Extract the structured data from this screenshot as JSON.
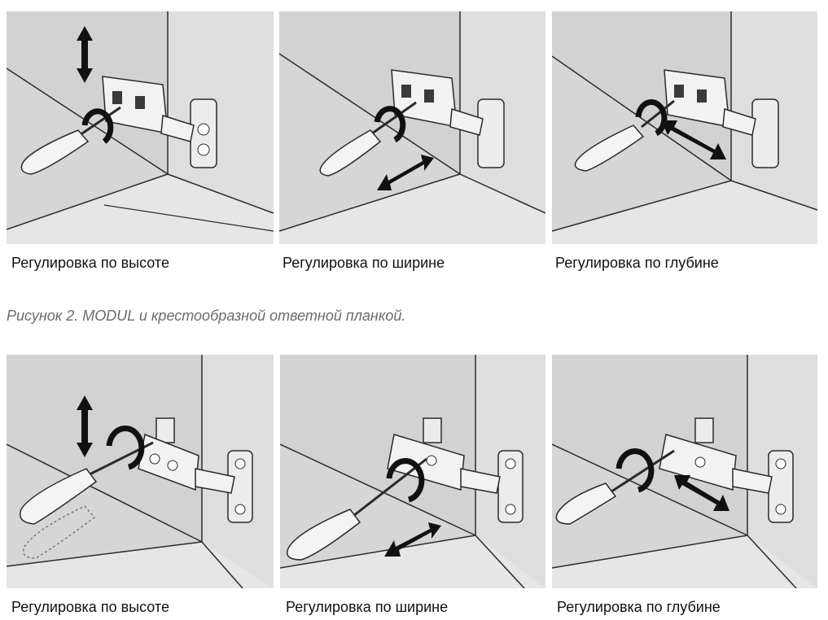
{
  "colors": {
    "panel_bg": "#d6d6d6",
    "wall_light": "#e2e2e2",
    "line": "#2a2a2a",
    "arrow": "#1a1a1a",
    "caption_text": "#111111",
    "figure_caption_text": "#6b6b6b"
  },
  "row1": {
    "panels": [
      {
        "caption": "Регулировка по высоте",
        "adjust": "height"
      },
      {
        "caption": "Регулировка по ширине",
        "adjust": "width"
      },
      {
        "caption": "Регулировка по глубине",
        "adjust": "depth"
      }
    ]
  },
  "figure_caption": "Рисунок 2. MODUL и крестообразной ответной планкой.",
  "row2": {
    "panels": [
      {
        "caption": "Регулировка по высоте",
        "adjust": "height"
      },
      {
        "caption": "Регулировка по ширине",
        "adjust": "width"
      },
      {
        "caption": "Регулировка по глубине",
        "adjust": "depth"
      }
    ]
  }
}
